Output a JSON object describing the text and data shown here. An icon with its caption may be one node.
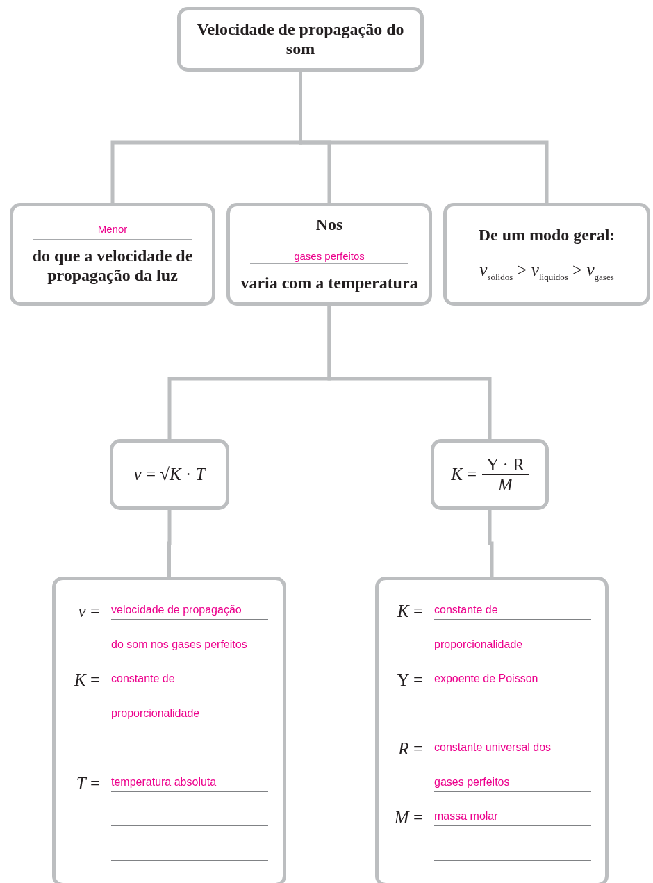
{
  "diagram": {
    "nodes": [
      {
        "text": [
          "Velocidade de propagação do som"
        ]
      },
      {
        "text": [
          "Menor",
          "do que a velocidade de propagação da luz"
        ]
      },
      {
        "text": [
          "Nos",
          "gases perfeitos",
          "varia com a temperatura"
        ]
      },
      {
        "text": [
          "De um modo geral:",
          "*v*$_{sólidos}$ > *v*$_{líquidos}$ > *v*$_{gases}$"
        ]
      },
      {
        "text": [
          "*v* = √*K* · *T*"
        ]
      },
      {
        "text": [
          "*K* =",
          "Y · R",
          "*M*"
        ]
      },
      {
        "text": [
          "*v* =",
          "velocidade de propagação",
          "do som nos gases perfeitos",
          "*K* =",
          "constante de",
          "proporcionalidade",
          "*T* =",
          "temperatura absoluta"
        ]
      },
      {
        "text": [
          "*K* =",
          "constante de",
          "proporcionalidade",
          "Y =",
          "expoente de Poisson",
          "*R* =",
          "constante universal dos",
          "gases perfeitos",
          "*M* =",
          "massa molar"
        ]
      }
    ],
    "edges": [
      {
        "from": 0,
        "to": 1,
        "arrow": "none"
      },
      {
        "from": 0,
        "to": 2,
        "arrow": "none"
      },
      {
        "from": 0,
        "to": 3,
        "arrow": "none"
      },
      {
        "from": 2,
        "to": 4,
        "arrow": "none"
      },
      {
        "from": 2,
        "to": 5,
        "arrow": "none"
      },
      {
        "from": 4,
        "to": 6,
        "arrow": "none"
      },
      {
        "from": 5,
        "to": 7,
        "arrow": "none"
      }
    ]
  }
}
